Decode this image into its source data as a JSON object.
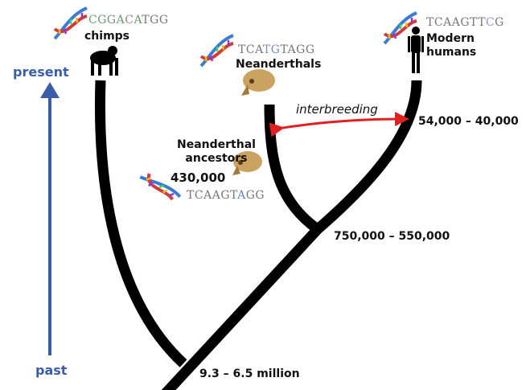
{
  "colors": {
    "tree": "#000000",
    "arrow_red": "#e02020",
    "time_axis": "#3a5da8",
    "seq_base": "#777777"
  },
  "time_axis": {
    "present": "present",
    "past": "past"
  },
  "species": [
    {
      "id": "chimps",
      "name": "chimps",
      "sequence": "CGGACATGG",
      "letter_colors": [
        "#6a9a6a",
        "#6a9a6a",
        "#888",
        "#6a9a6a",
        "#888",
        "#6a9a6a",
        "#777",
        "#777",
        "#777"
      ]
    },
    {
      "id": "neanderthals",
      "name": "Neanderthals",
      "sequence": "TCATGTAGG",
      "letter_colors": [
        "#777",
        "#777",
        "#777",
        "#7a8fc0",
        "#7a8fc0",
        "#777",
        "#777",
        "#777",
        "#777"
      ]
    },
    {
      "id": "modern",
      "name_line1": "Modern",
      "name_line2": "humans",
      "sequence": "TCAAGTTCG",
      "letter_colors": [
        "#777",
        "#777",
        "#777",
        "#777",
        "#777",
        "#777",
        "#777",
        "#a88ac8",
        "#777"
      ]
    },
    {
      "id": "ancestors",
      "name_line1": "Neanderthal",
      "name_line2": "ancestors",
      "age": "430,000",
      "sequence": "TCAAGTAGG",
      "letter_colors": [
        "#777",
        "#777",
        "#777",
        "#777",
        "#777",
        "#777",
        "#6a7fc8",
        "#777",
        "#777"
      ]
    }
  ],
  "interbreeding": {
    "label": "interbreeding",
    "date": "54,000 – 40,000"
  },
  "splits": {
    "neanderthal_human": "750,000 – 550,000",
    "chimp_human": "9.3 – 6.5 million"
  }
}
